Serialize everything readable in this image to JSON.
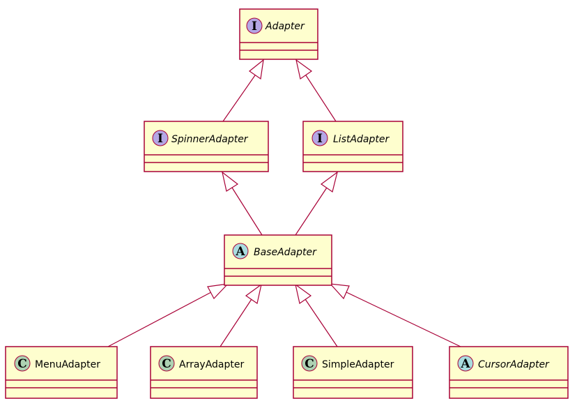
{
  "diagram": {
    "type": "uml-class-diagram",
    "colors": {
      "class_fill": "#FEFECE",
      "border": "#A80036",
      "interface_badge": "#B4A7E5",
      "abstract_badge": "#A9DCDF",
      "class_badge": "#ADD1B2",
      "edge": "#A80036"
    },
    "classes": {
      "adapter": {
        "stereotype": "I",
        "name": "Adapter",
        "kind": "interface"
      },
      "spinner_adapter": {
        "stereotype": "I",
        "name": "SpinnerAdapter",
        "kind": "interface"
      },
      "list_adapter": {
        "stereotype": "I",
        "name": "ListAdapter",
        "kind": "interface"
      },
      "base_adapter": {
        "stereotype": "A",
        "name": "BaseAdapter",
        "kind": "abstract"
      },
      "menu_adapter": {
        "stereotype": "C",
        "name": "MenuAdapter",
        "kind": "class"
      },
      "array_adapter": {
        "stereotype": "C",
        "name": "ArrayAdapter",
        "kind": "class"
      },
      "simple_adapter": {
        "stereotype": "C",
        "name": "SimpleAdapter",
        "kind": "class"
      },
      "cursor_adapter": {
        "stereotype": "A",
        "name": "CursorAdapter",
        "kind": "abstract"
      }
    },
    "edges": [
      {
        "from": "spinner_adapter",
        "to": "adapter",
        "relation": "extends"
      },
      {
        "from": "list_adapter",
        "to": "adapter",
        "relation": "extends"
      },
      {
        "from": "base_adapter",
        "to": "spinner_adapter",
        "relation": "implements"
      },
      {
        "from": "base_adapter",
        "to": "list_adapter",
        "relation": "implements"
      },
      {
        "from": "menu_adapter",
        "to": "base_adapter",
        "relation": "extends"
      },
      {
        "from": "array_adapter",
        "to": "base_adapter",
        "relation": "extends"
      },
      {
        "from": "simple_adapter",
        "to": "base_adapter",
        "relation": "extends"
      },
      {
        "from": "cursor_adapter",
        "to": "base_adapter",
        "relation": "extends"
      }
    ]
  }
}
